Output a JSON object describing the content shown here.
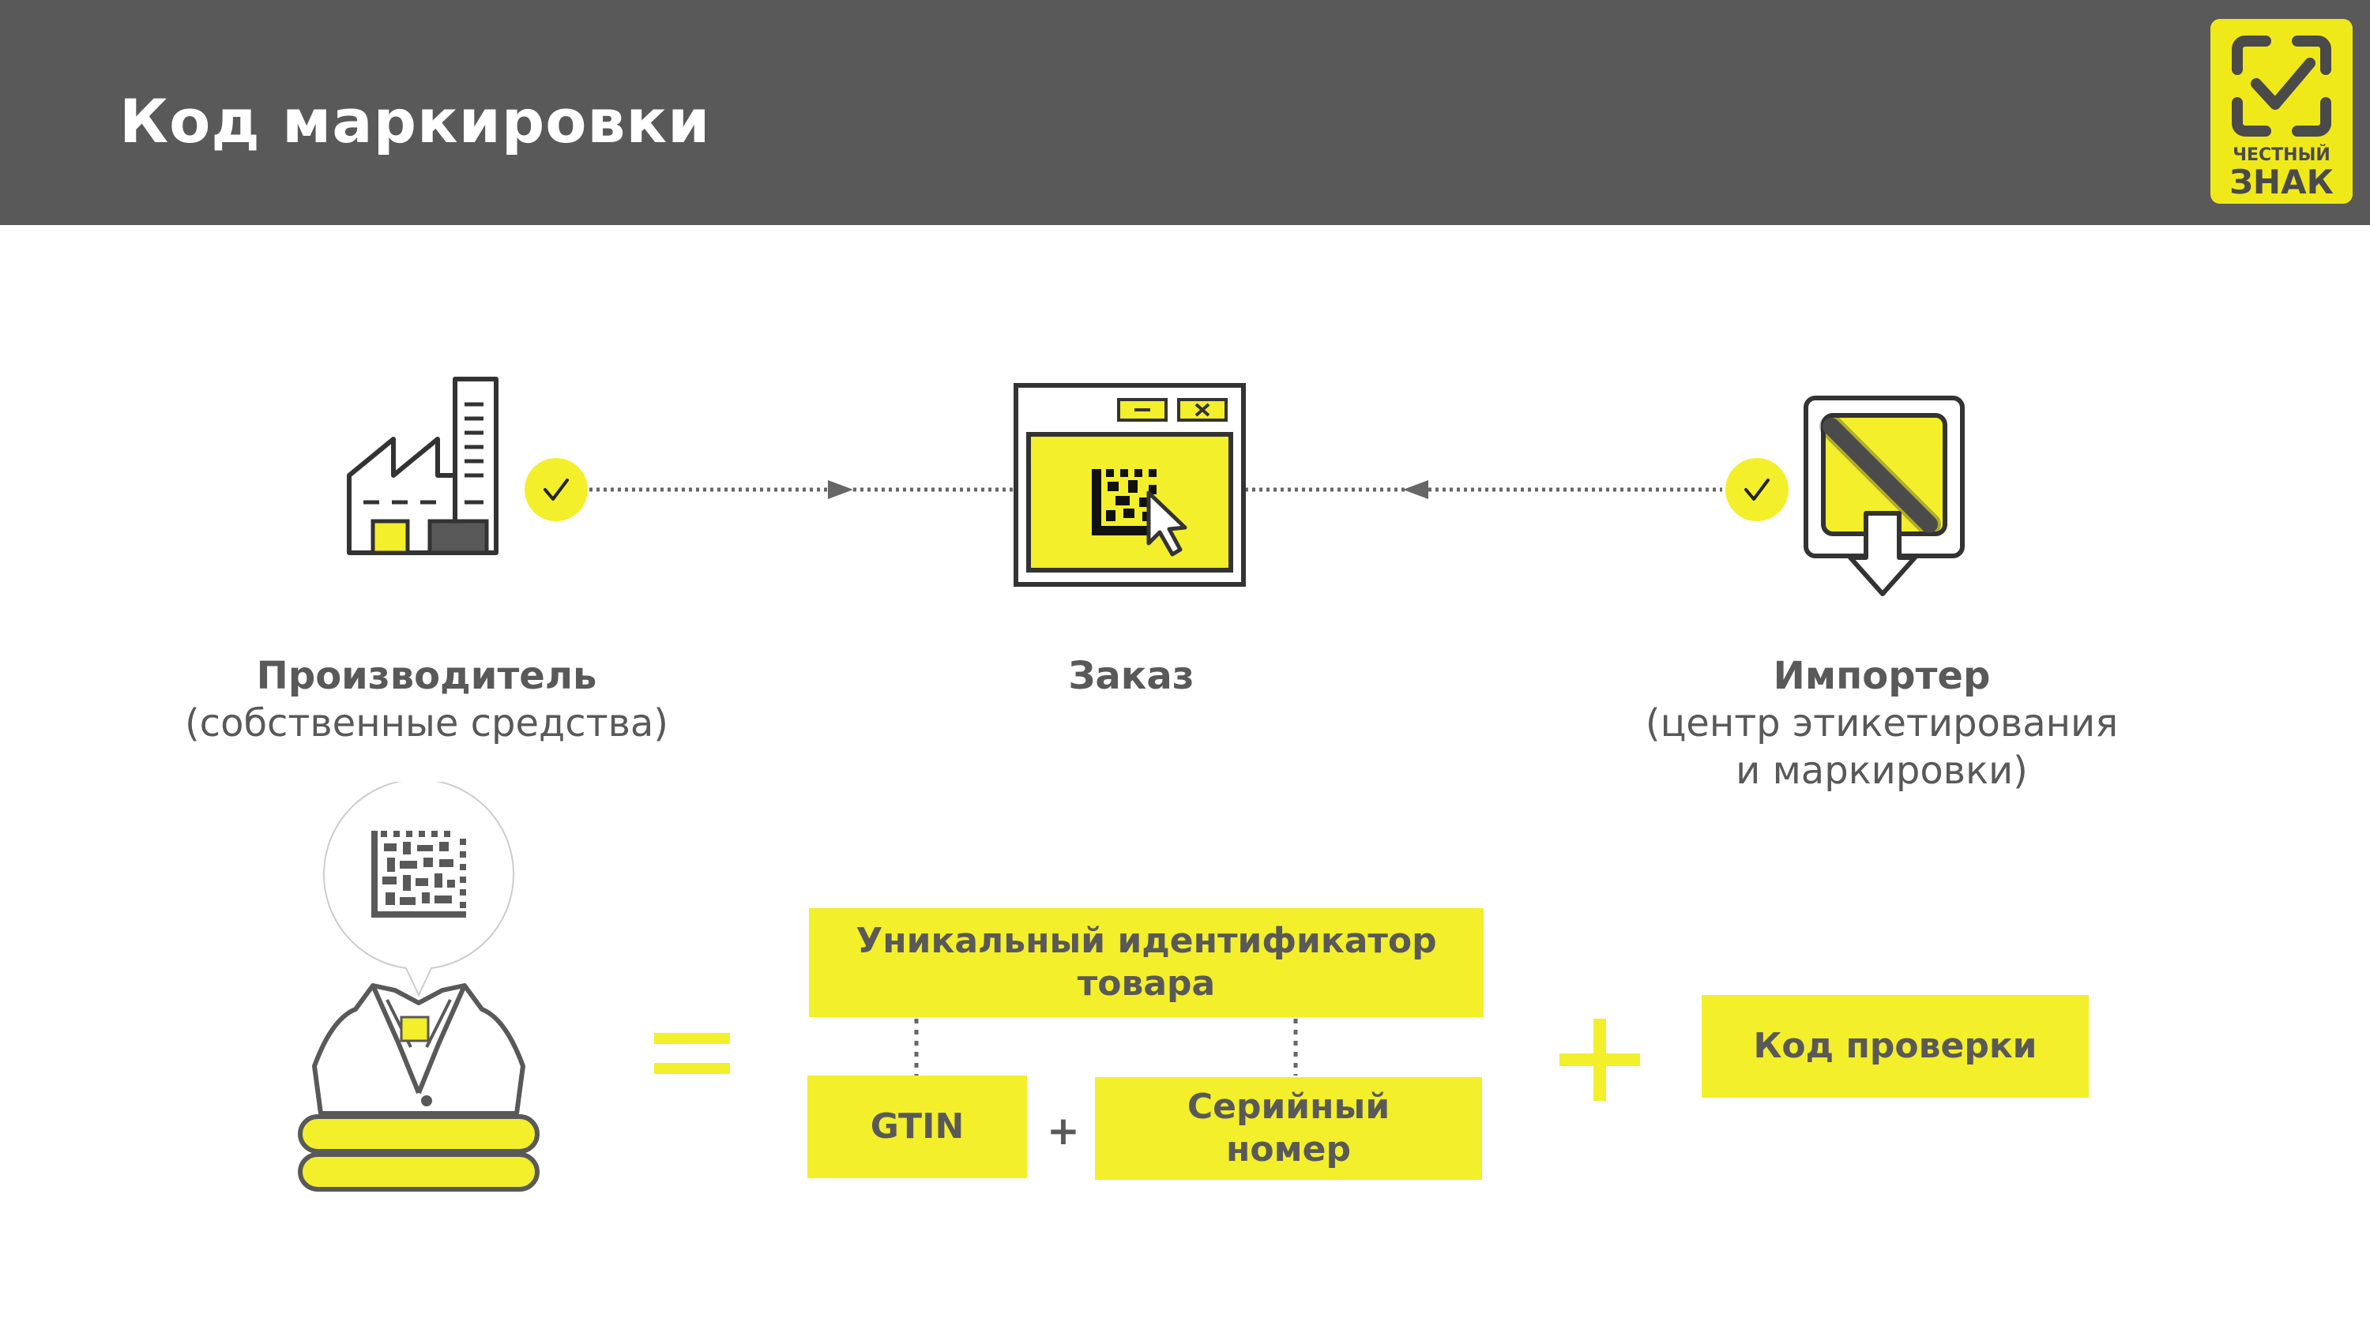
{
  "header": {
    "title": "Код маркировки",
    "background": "#595959"
  },
  "logo": {
    "line1": "ЧЕСТНЫЙ",
    "line2": "ЗНАК",
    "color": "#f0e91a"
  },
  "flow": {
    "producer": {
      "icon": "factory-icon",
      "title": "Производитель",
      "subtitle": "(собственные средства)"
    },
    "order": {
      "icon": "browser-window-datamatrix-icon",
      "title": "Заказ"
    },
    "importer": {
      "icon": "label-printer-icon",
      "title": "Импортер",
      "subtitle_line1": "(центр этикетирования",
      "subtitle_line2": "и маркировки)"
    }
  },
  "formula": {
    "product_icon": "labeled-clothing-stack-icon",
    "equals": "=",
    "uid_box": "Уникальный идентификатор товара",
    "gtin_box": "GTIN",
    "plus": "+",
    "serial_box": "Серийный номер",
    "big_plus": "+",
    "check_code_box": "Код проверки"
  },
  "colors": {
    "accent_yellow": "#f3ef2b",
    "dark_gray": "#595959"
  }
}
